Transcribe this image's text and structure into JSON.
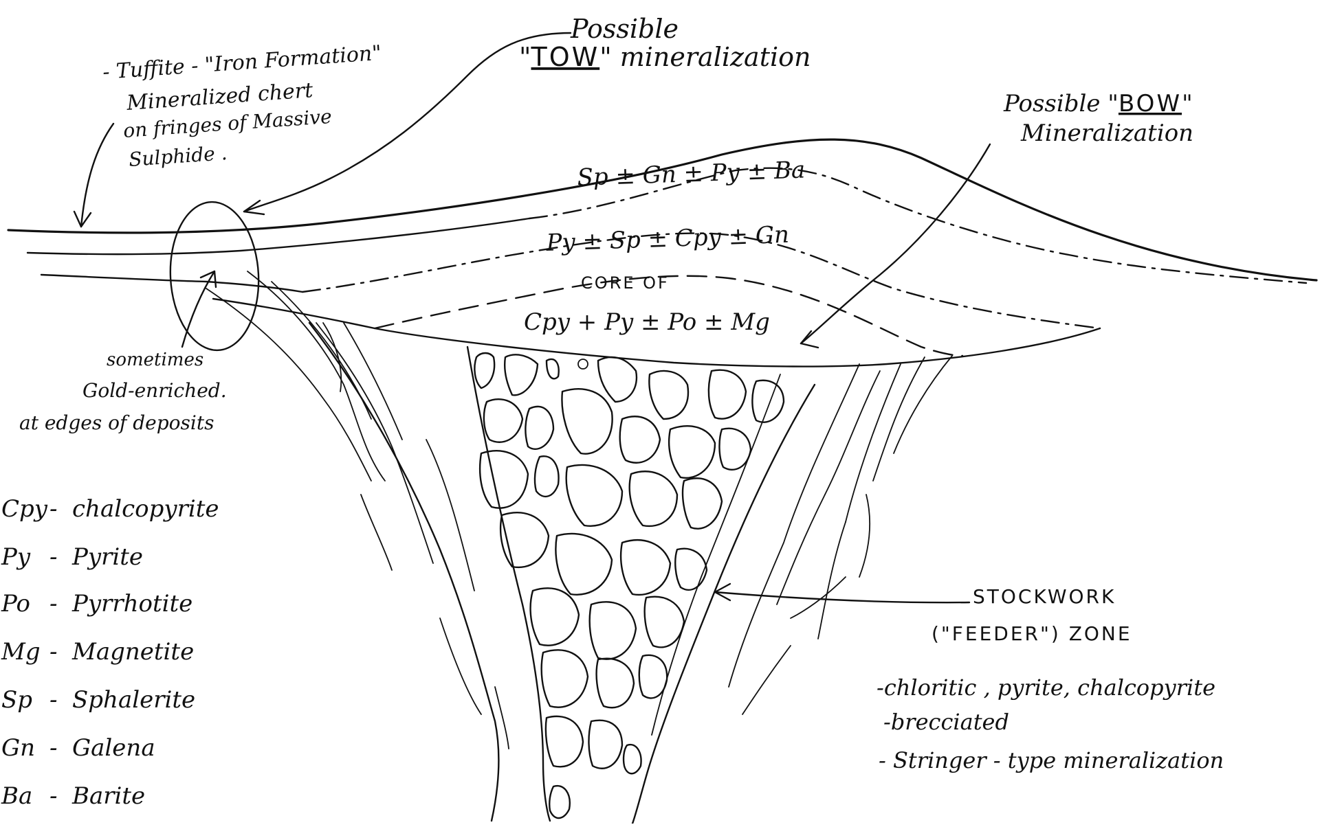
{
  "labels": {
    "possible_tow_line1": "Possible",
    "possible_tow_prefix": "\"",
    "possible_tow_key": "TOW",
    "possible_tow_suffix": "\" mineralization",
    "tuffite_line1": "- Tuffite - \"Iron Formation\"",
    "tuffite_line2": "Mineralized chert",
    "tuffite_line3": "on fringes of Massive",
    "tuffite_line4": "Sulphide .",
    "bow_prefix": "Possible \"",
    "bow_key": "BOW",
    "bow_suffix": "\"",
    "bow_line2": "Mineralization",
    "zone_top": "Sp ± Gn ± Py ± Ba",
    "zone_middle": "Py ± Sp ± Cpy ± Gn",
    "core_title": "CORE OF",
    "core_formula": "Cpy + Py ± Po ± Mg",
    "gold_line1": "sometimes",
    "gold_line2": "Gold-enriched.",
    "gold_line3": "at edges of deposits",
    "stockwork_line1": "STOCKWORK",
    "stockwork_line2": "(\"FEEDER\") ZONE",
    "stockwork_line3": "-chloritic , pyrite, chalcopyrite",
    "stockwork_line4": "-brecciated",
    "stockwork_line5": "- Stringer - type mineralization"
  },
  "legend": [
    {
      "abbr": "Cpy",
      "name": "chalcopyrite"
    },
    {
      "abbr": "Py",
      "name": "Pyrite"
    },
    {
      "abbr": "Po",
      "name": "Pyrrhotite"
    },
    {
      "abbr": "Mg",
      "name": "Magnetite"
    },
    {
      "abbr": "Sp",
      "name": "Sphalerite"
    },
    {
      "abbr": "Gn",
      "name": "Galena"
    },
    {
      "abbr": "Ba",
      "name": "Barite"
    }
  ],
  "colors": {
    "ink": "#111111",
    "paper": "#ffffff"
  }
}
